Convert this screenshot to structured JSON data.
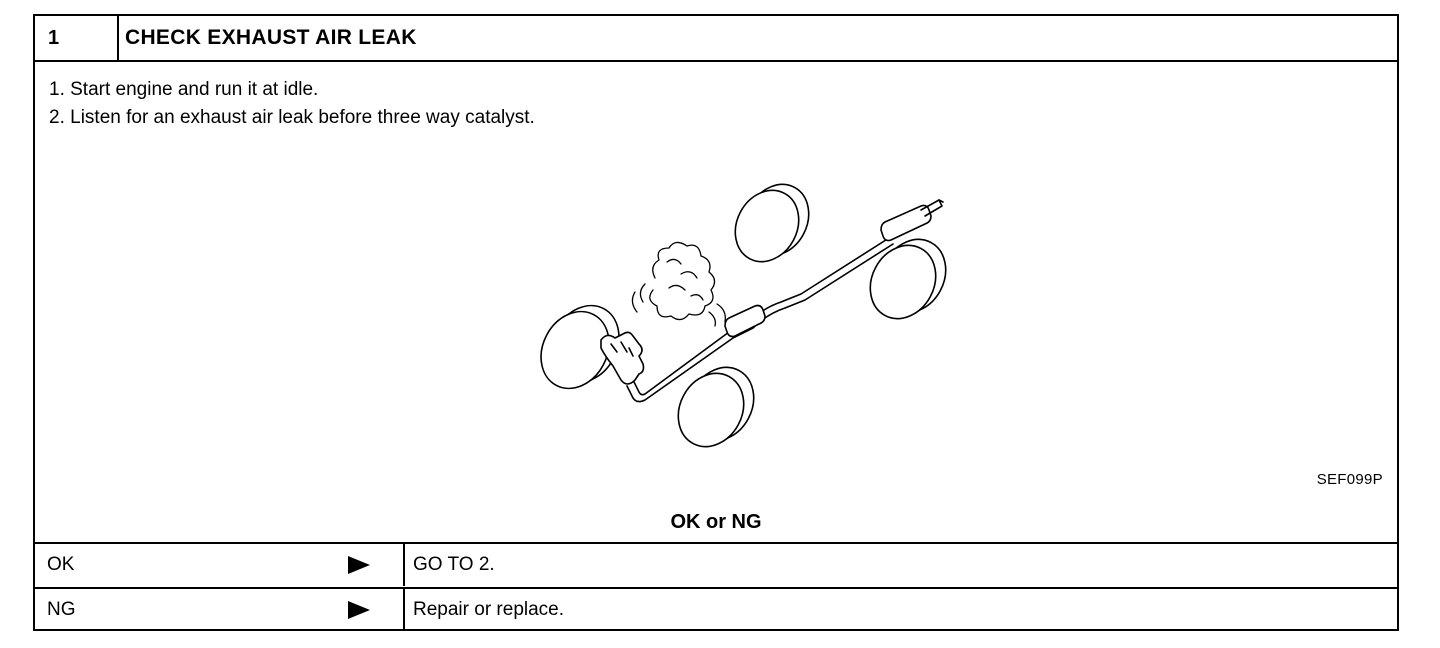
{
  "step": {
    "number": "1",
    "title": "CHECK EXHAUST AIR LEAK"
  },
  "instructions": [
    "1.  Start engine and run it at idle.",
    "2.  Listen for an exhaust air leak before three way catalyst."
  ],
  "figure": {
    "code": "SEF099P",
    "subject": "exhaust-system-illustration"
  },
  "result": {
    "label": "OK or NG",
    "rows": [
      {
        "key": "OK",
        "action": "GO TO 2."
      },
      {
        "key": "NG",
        "action": "Repair or replace."
      }
    ]
  }
}
